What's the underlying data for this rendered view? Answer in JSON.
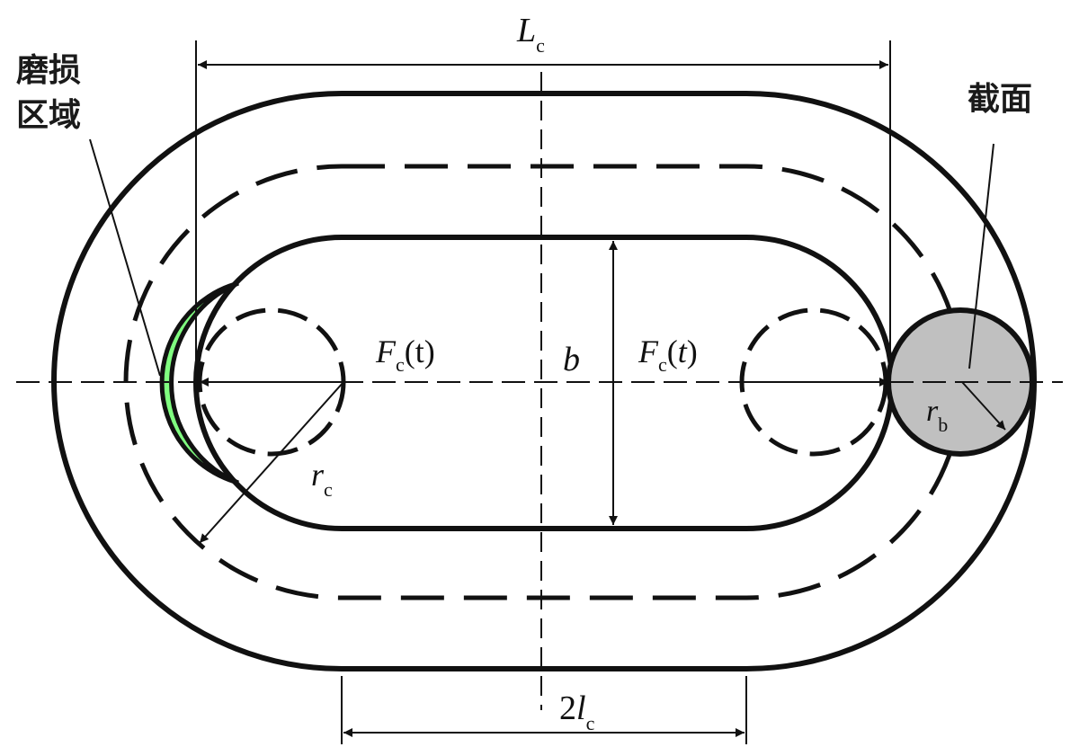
{
  "labels": {
    "wear_region_line1": "磨损",
    "wear_region_line2": "区域",
    "section": "截面",
    "Lc_main": "L",
    "Lc_sub": "c",
    "force_left_main": "F",
    "force_left_sub": "c",
    "force_left_arg": "(t)",
    "force_right_main": "F",
    "force_right_sub": "c",
    "force_right_open": "(",
    "force_right_t": "t",
    "force_right_close": ")",
    "b": "b",
    "rc_main": "r",
    "rc_sub": "c",
    "rb_main": "r",
    "rb_sub": "b",
    "two_lc_coef": "2",
    "two_lc_main": "l",
    "two_lc_sub": "c"
  },
  "colors": {
    "stroke": "#111111",
    "wear_fill": "#80ff80",
    "section_fill": "#c0c0c0"
  }
}
